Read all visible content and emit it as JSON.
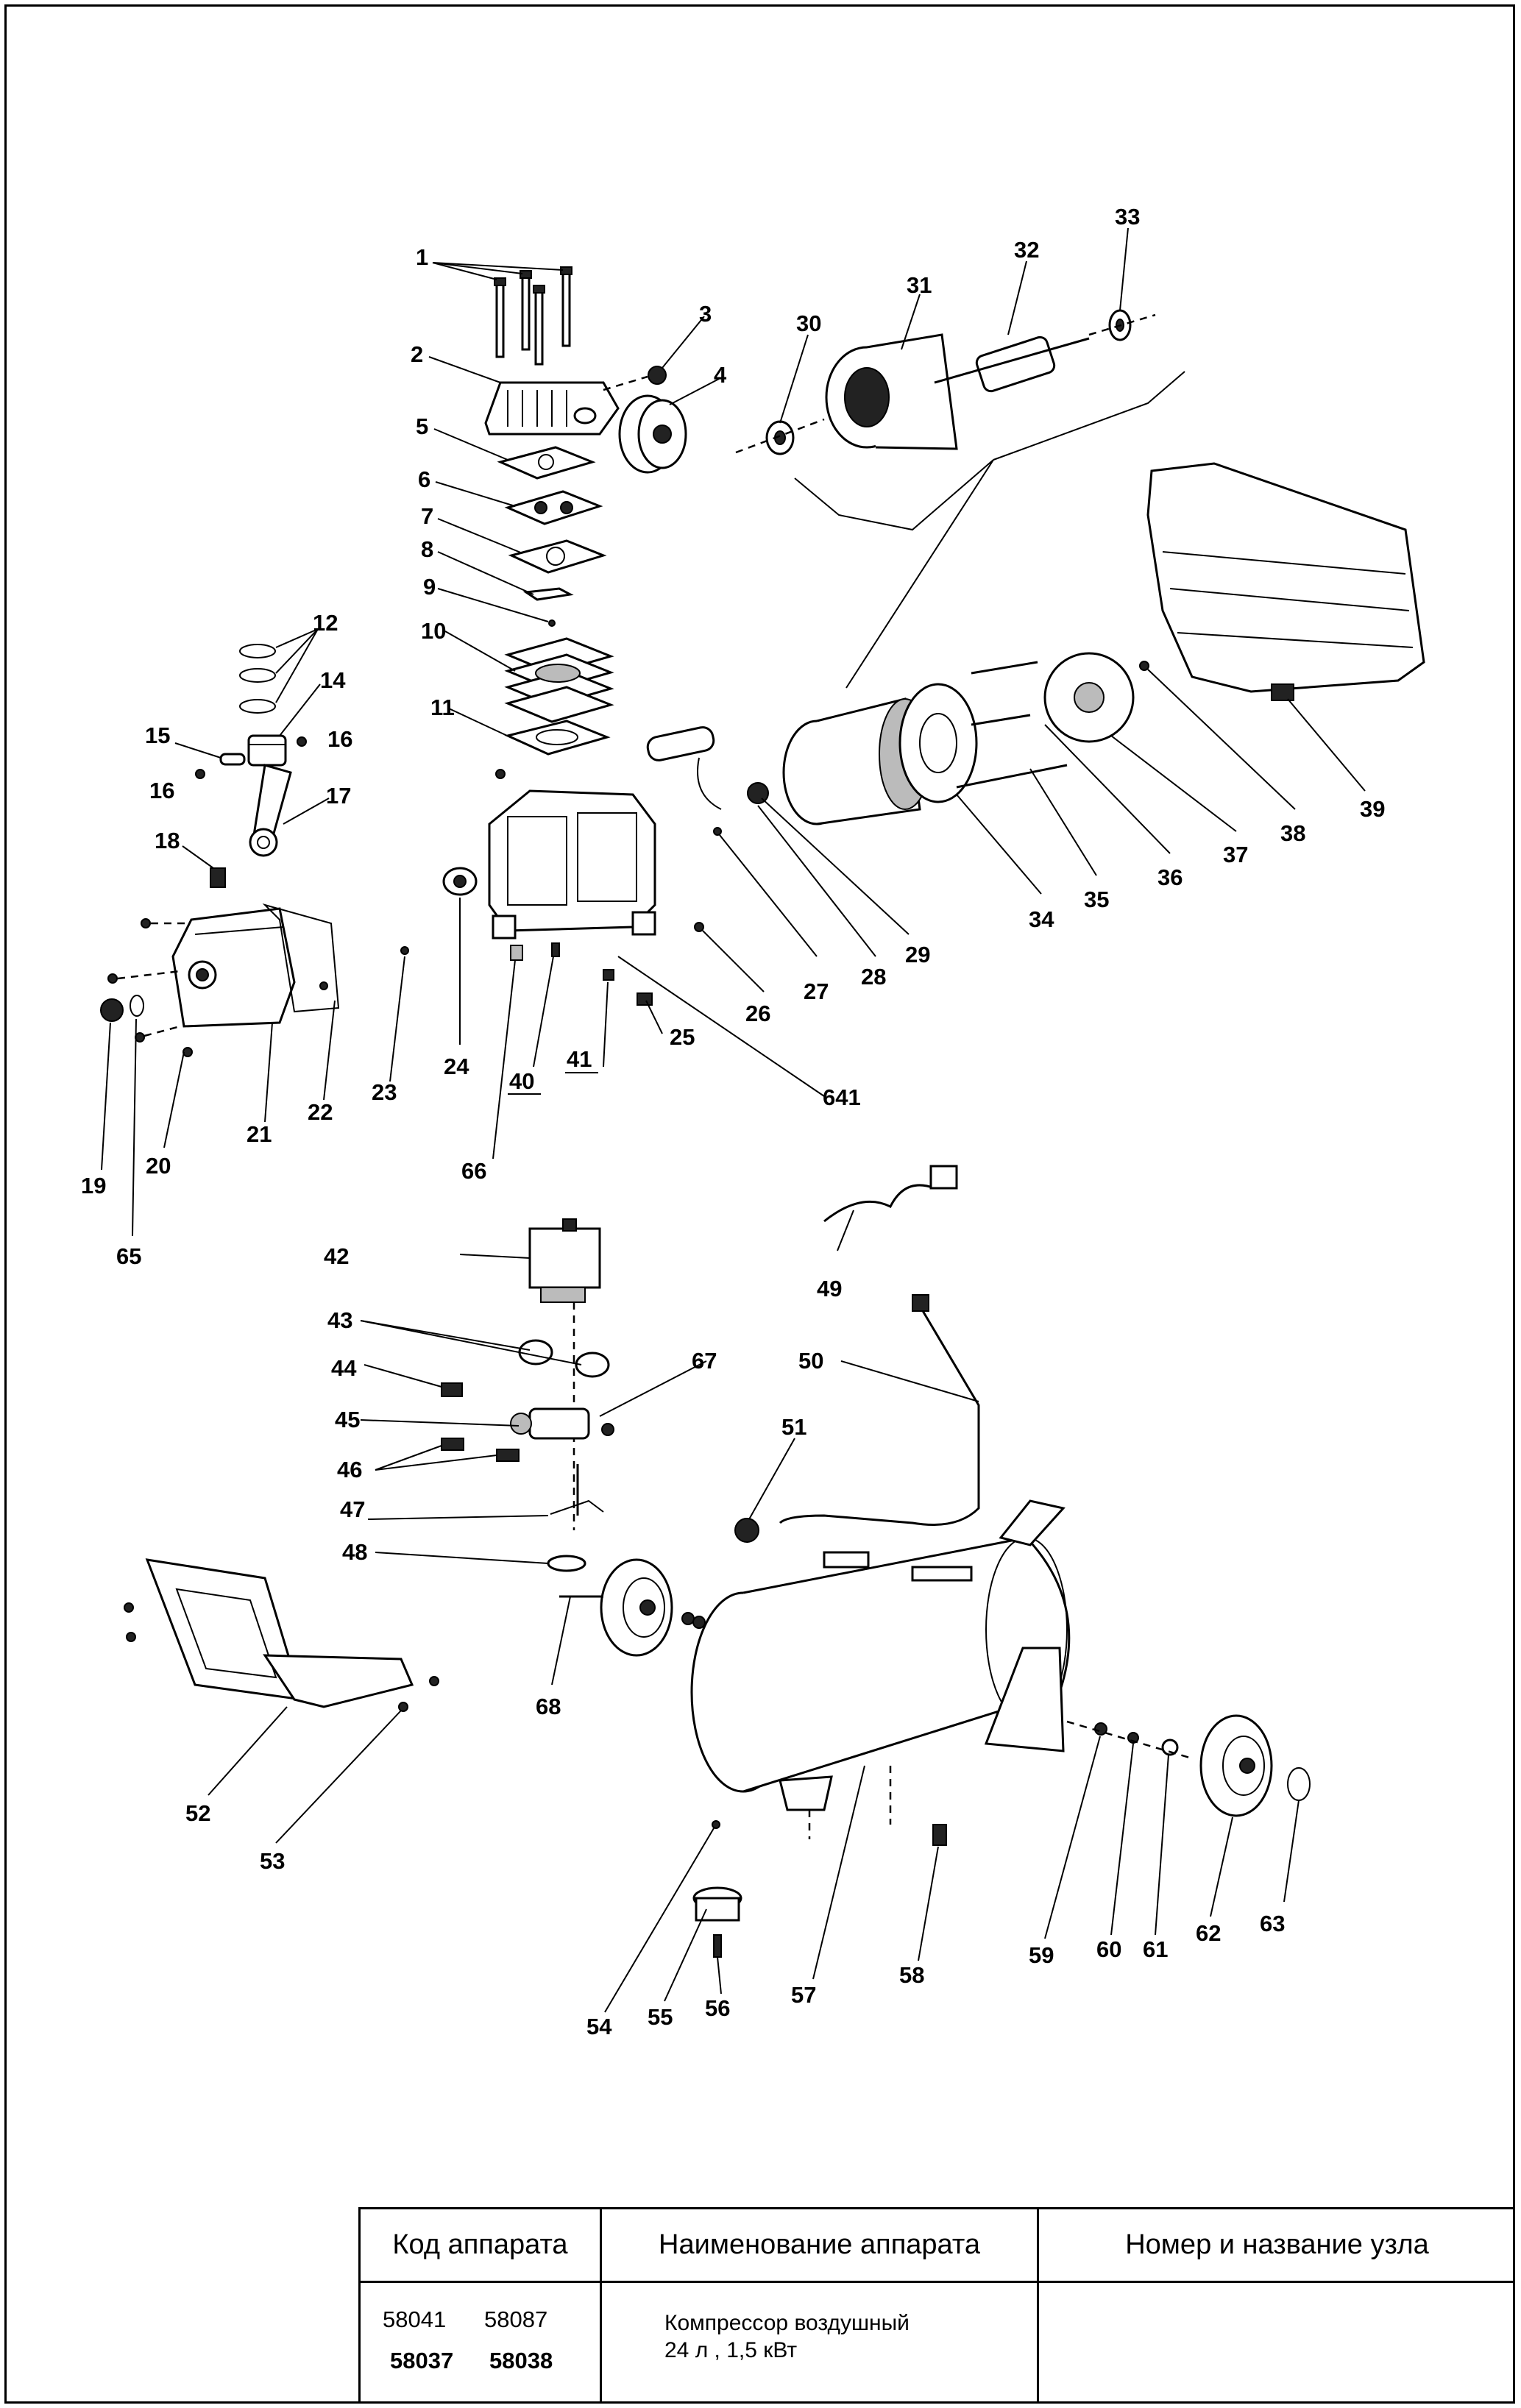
{
  "callouts": [
    "1",
    "2",
    "3",
    "4",
    "5",
    "6",
    "7",
    "8",
    "9",
    "10",
    "11",
    "12",
    "14",
    "15",
    "16",
    "16",
    "17",
    "18",
    "19",
    "20",
    "21",
    "22",
    "23",
    "24",
    "25",
    "26",
    "27",
    "28",
    "29",
    "30",
    "31",
    "32",
    "33",
    "34",
    "35",
    "36",
    "37",
    "38",
    "39",
    "40",
    "41",
    "42",
    "43",
    "44",
    "45",
    "46",
    "47",
    "48",
    "49",
    "50",
    "51",
    "52",
    "53",
    "54",
    "55",
    "56",
    "57",
    "58",
    "59",
    "60",
    "61",
    "62",
    "63",
    "641",
    "65",
    "66",
    "67",
    "68"
  ],
  "title_block": {
    "headers": {
      "code": "Код аппарата",
      "name": "Наименование аппарата",
      "node": "Номер и название узла"
    },
    "codes": {
      "row1_a": "58041",
      "row1_b": "58087",
      "row2_a": "58037",
      "row2_b": "58038"
    },
    "name_line1": "Компрессор воздушный",
    "name_line2": "24 л , 1,5 кВт",
    "node_value": ""
  }
}
